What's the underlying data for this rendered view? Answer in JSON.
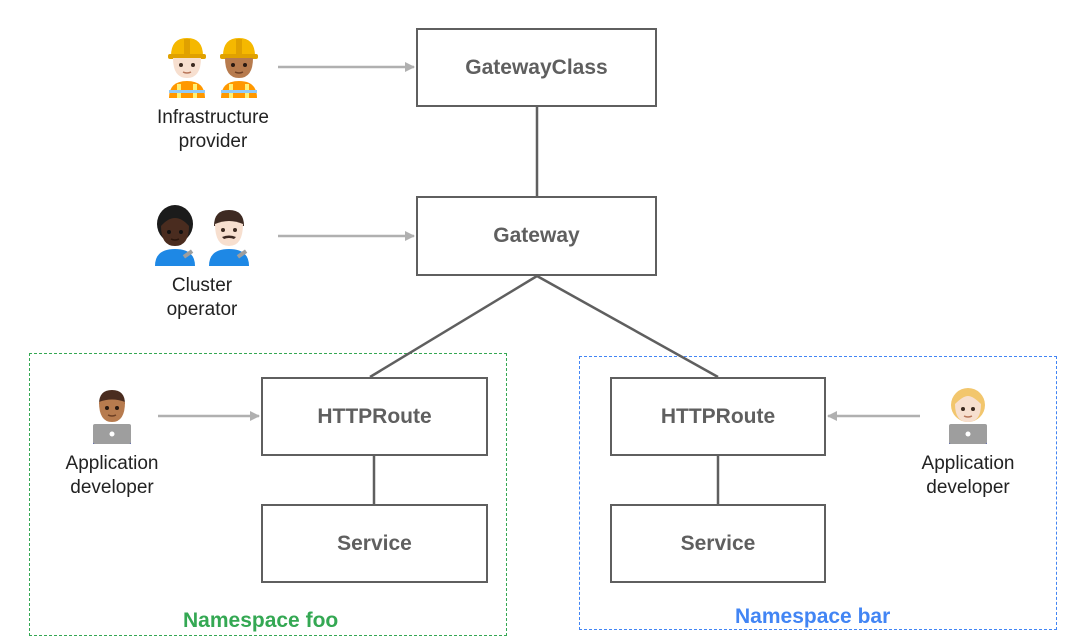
{
  "boxes": {
    "gateway_class": "GatewayClass",
    "gateway": "Gateway",
    "httproute_foo": "HTTPRoute",
    "service_foo": "Service",
    "httproute_bar": "HTTPRoute",
    "service_bar": "Service"
  },
  "namespaces": {
    "foo": {
      "label": "Namespace foo",
      "color": "#34a853"
    },
    "bar": {
      "label": "Namespace bar",
      "color": "#4285f4"
    }
  },
  "actors": {
    "infrastructure_provider": {
      "line1": "Infrastructure",
      "line2": "provider",
      "icons": [
        "construction-worker-woman-icon",
        "construction-worker-woman-icon"
      ]
    },
    "cluster_operator": {
      "line1": "Cluster",
      "line2": "operator",
      "icons": [
        "mechanic-woman-icon",
        "mechanic-man-icon"
      ]
    },
    "app_dev_foo": {
      "line1": "Application",
      "line2": "developer",
      "icons": [
        "technologist-man-icon"
      ]
    },
    "app_dev_bar": {
      "line1": "Application",
      "line2": "developer",
      "icons": [
        "technologist-woman-icon"
      ]
    }
  },
  "colors": {
    "box_border": "#5f5f5f",
    "box_text": "#5f5f5f",
    "arrow": "#b0b0b0",
    "connector": "#5f5f5f"
  }
}
